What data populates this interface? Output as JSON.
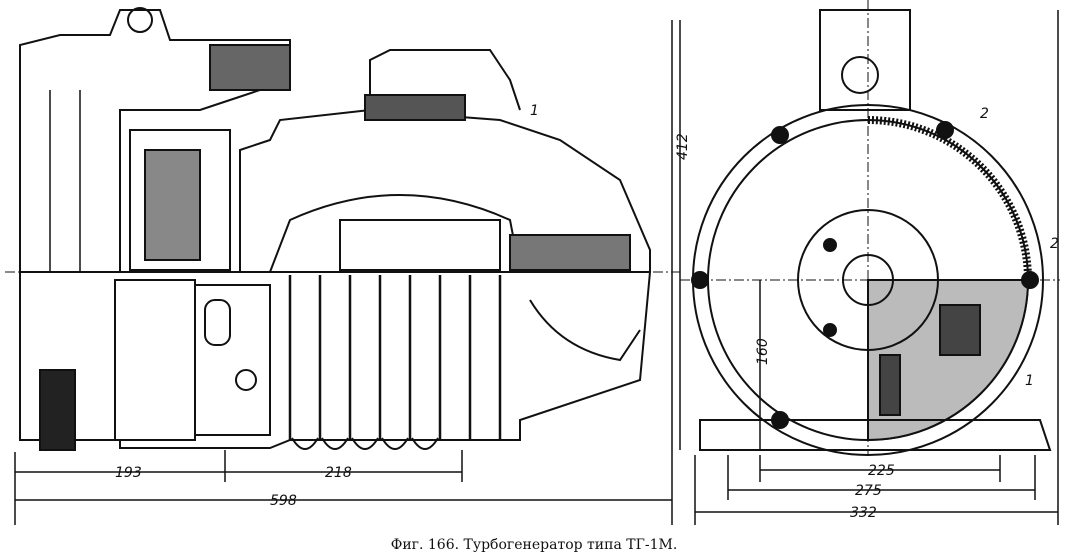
{
  "caption": "Фиг. 166. Турбогенератор типа ТГ-1М.",
  "dimensions": {
    "side_left": "193",
    "side_mid": "218",
    "side_total": "598",
    "front_inner": "225",
    "front_mid": "275",
    "front_total": "332",
    "height_total": "412",
    "axis_height": "160"
  },
  "callouts": {
    "side_part_1": "1",
    "front_part_1": "1",
    "front_part_2_top": "2",
    "front_part_2_right": "2"
  }
}
